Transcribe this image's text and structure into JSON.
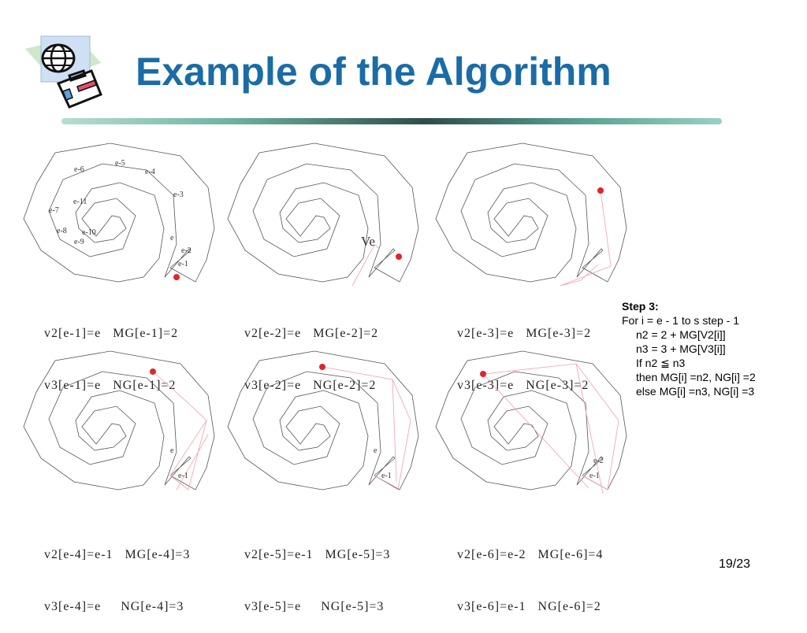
{
  "title": "Example of the Algorithm",
  "page_number": "19/23",
  "step": {
    "heading": "Step 3:",
    "lines": [
      "For i = e - 1 to s step - 1",
      "n2 = 2 + MG[V2[i]]",
      "n3 = 3 + MG[V3[i]]",
      "If n2 ≦ n3",
      "then MG[i] =n2, NG[i] =2",
      "else MG[i] =n3, NG[i] =3"
    ]
  },
  "panels": [
    {
      "caption_line1": "v2[e-1]=e   MG[e-1]=2",
      "caption_line2": "v3[e-1]=e   NG[e-1]=2",
      "labels": [
        "e-5",
        "e-6",
        "e-4",
        "e-3",
        "e-11",
        "e-7",
        "e-8",
        "e-10",
        "e-9",
        "e",
        "e-2",
        "e-1"
      ]
    },
    {
      "caption_line1": "v2[e-2]=e   MG[e-2]=2",
      "caption_line2": "v3[e-2]=e   NG[e-2]=2",
      "labels": [
        "Ve"
      ]
    },
    {
      "caption_line1": "v2[e-3]=e   MG[e-3]=2",
      "caption_line2": "v3[e-3]=e   NG[e-3]=2",
      "labels": []
    },
    {
      "caption_line1": "v2[e-4]=e-1   MG[e-4]=3",
      "caption_line2": "v3[e-4]=e     NG[e-4]=3",
      "labels": [
        "e",
        "e-1"
      ]
    },
    {
      "caption_line1": "v2[e-5]=e-1   MG[e-5]=3",
      "caption_line2": "v3[e-5]=e     NG[e-5]=3",
      "labels": [
        "e",
        "e-1"
      ]
    },
    {
      "caption_line1": "v2[e-6]=e-2   MG[e-6]=4",
      "caption_line2": "v3[e-6]=e-1   NG[e-6]=2",
      "labels": [
        "e-2",
        "e-1"
      ]
    }
  ],
  "colors": {
    "title": "#1a6ca6",
    "outline": "#555555",
    "diagonal": "#f2a0a8",
    "marker": "#e0262b"
  },
  "icons": [
    "globe-icon",
    "suitcase-icon"
  ]
}
